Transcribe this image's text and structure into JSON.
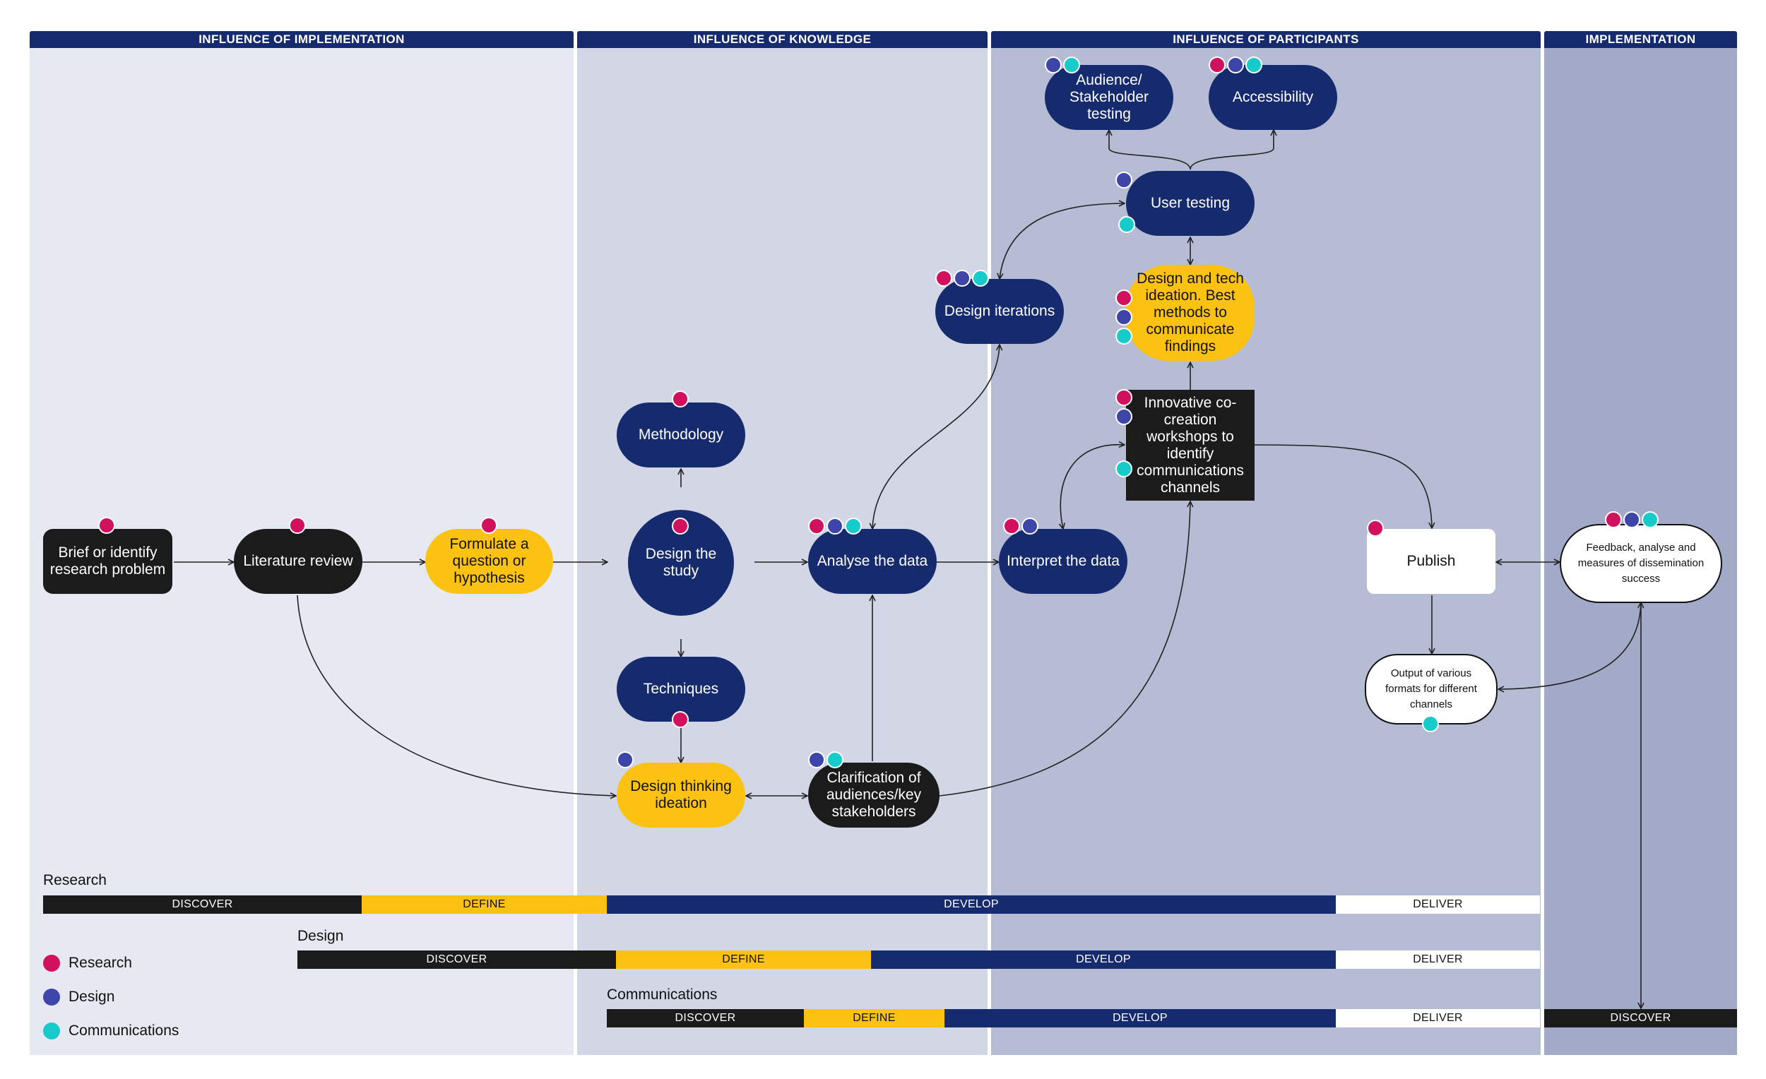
{
  "colors": {
    "navy": "#162a6e",
    "yellow": "#fbc211",
    "black": "#1b1b1b",
    "research": "#d1115e",
    "design": "#3d46a8",
    "communications": "#18cbcb",
    "col_implementation_influence": "#e6e9f1",
    "col_knowledge": "#d2d6e5",
    "col_participants": "#b6bcd4",
    "col_implementation": "#a2aac8"
  },
  "columns": [
    {
      "header": "INFLUENCE OF IMPLEMENTATION"
    },
    {
      "header": "INFLUENCE OF KNOWLEDGE"
    },
    {
      "header": "INFLUENCE OF PARTICIPANTS"
    },
    {
      "header": "IMPLEMENTATION"
    }
  ],
  "nodes": {
    "brief": "Brief or identify research problem",
    "literature": "Literature review",
    "formulate": "Formulate a question or hypothesis",
    "methodology": "Methodology",
    "design_study": "Design the study",
    "techniques": "Techniques",
    "design_thinking": "Design thinking ideation",
    "clarification": "Clarification of audiences/key stakeholders",
    "analyse": "Analyse the data",
    "design_iterations": "Design iterations",
    "interpret": "Interpret the data",
    "innovative": "Innovative co-creation workshops to identify communications channels",
    "design_tech": "Design and tech ideation. Best methods to communicate findings",
    "user_testing": "User testing",
    "audience_testing": "Audience/ Stakeholder testing",
    "accessibility": "Accessibility",
    "publish": "Publish",
    "output": "Output of various formats for different channels",
    "feedback": "Feedback, analyse and measures of dissemination success"
  },
  "tracks": {
    "research": {
      "label": "Research",
      "phases": [
        "DISCOVER",
        "DEFINE",
        "DEVELOP",
        "DELIVER"
      ]
    },
    "design": {
      "label": "Design",
      "phases": [
        "DISCOVER",
        "DEFINE",
        "DEVELOP",
        "DELIVER"
      ]
    },
    "communications": {
      "label": "Communications",
      "phases": [
        "DISCOVER",
        "DEFINE",
        "DEVELOP",
        "DELIVER",
        "DISCOVER"
      ]
    }
  },
  "legend": [
    {
      "label": "Research",
      "color": "#d1115e"
    },
    {
      "label": "Design",
      "color": "#3d46a8"
    },
    {
      "label": "Communications",
      "color": "#18cbcb"
    }
  ]
}
